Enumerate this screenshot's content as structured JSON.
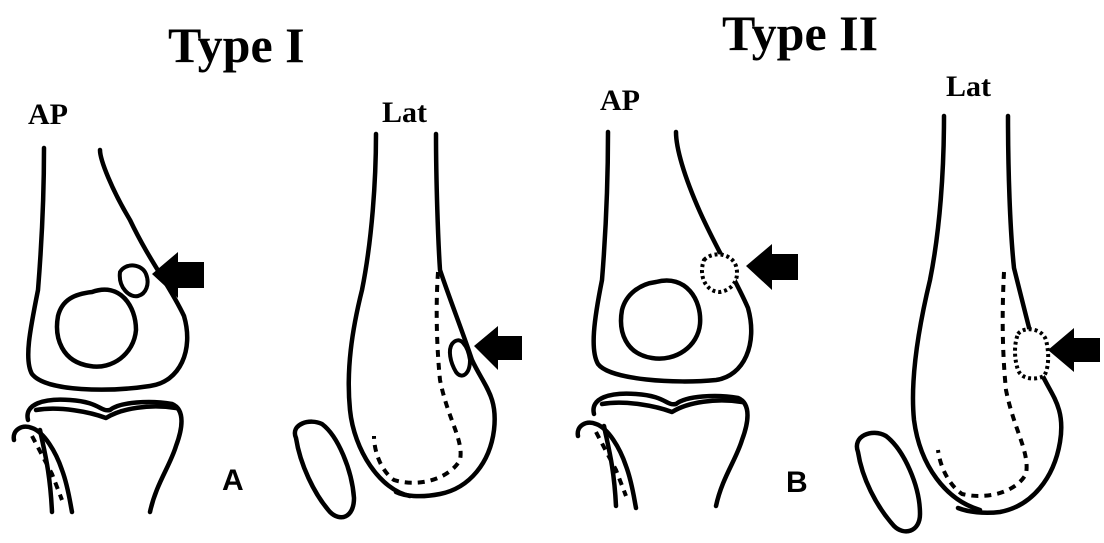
{
  "titles": {
    "type1": "Type I",
    "type2": "Type II"
  },
  "views": {
    "ap_left": "AP",
    "lat_left": "Lat",
    "ap_right": "AP",
    "lat_right": "Lat"
  },
  "panels": {
    "a": "A",
    "b": "B"
  },
  "colors": {
    "line": "#000000",
    "background": "#ffffff"
  }
}
